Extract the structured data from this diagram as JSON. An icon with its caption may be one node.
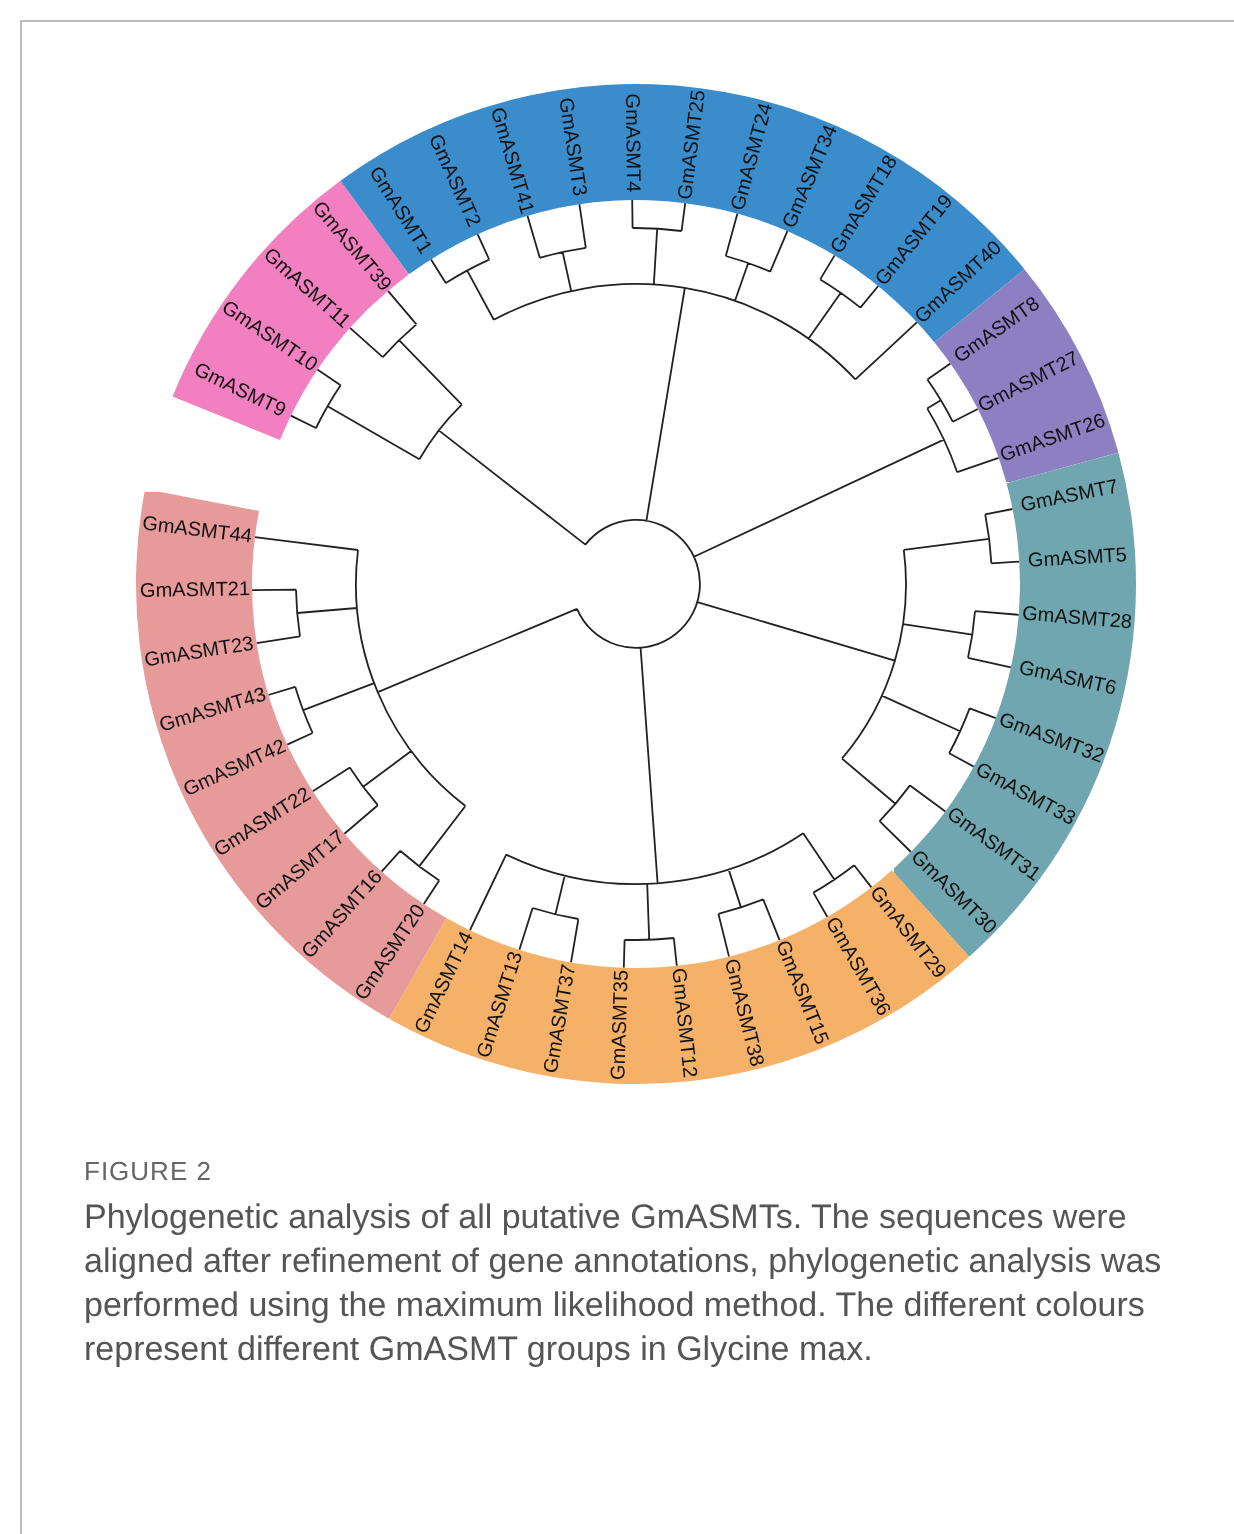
{
  "diagram": {
    "caption": "Phylogenetic analysis of all putative GmASMTs. The sequences were aligned after refinement of gene annotations, phylogenetic analysis was performed using the maximum likelihood method. The different colours represent different GmASMT groups in Glycine max.",
    "nodes": [
      {
        "text": [
          "GmASMT9",
          "GmASMT10",
          "GmASMT11",
          "GmASMT39"
        ]
      },
      {
        "text": [
          "GmASMT1",
          "GmASMT2",
          "GmASMT41",
          "GmASMT3",
          "GmASMT4",
          "GmASMT25",
          "GmASMT24",
          "GmASMT34",
          "GmASMT18",
          "GmASMT19",
          "GmASMT40"
        ]
      },
      {
        "text": [
          "GmASMT8",
          "GmASMT27",
          "GmASMT26"
        ]
      },
      {
        "text": [
          "GmASMT7",
          "GmASMT5",
          "GmASMT28",
          "GmASMT6",
          "GmASMT32",
          "GmASMT33",
          "GmASMT31",
          "GmASMT30"
        ]
      },
      {
        "text": [
          "GmASMT29",
          "GmASMT36",
          "GmASMT15",
          "GmASMT38",
          "GmASMT12",
          "GmASMT35",
          "GmASMT37",
          "GmASMT13",
          "GmASMT14"
        ]
      },
      {
        "text": [
          "GmASMT20",
          "GmASMT16",
          "GmASMT17",
          "GmASMT22",
          "GmASMT42",
          "GmASMT43",
          "GmASMT23",
          "GmASMT21",
          "GmASMT44"
        ]
      }
    ],
    "labels": [
      "FIGURE 2"
    ]
  }
}
